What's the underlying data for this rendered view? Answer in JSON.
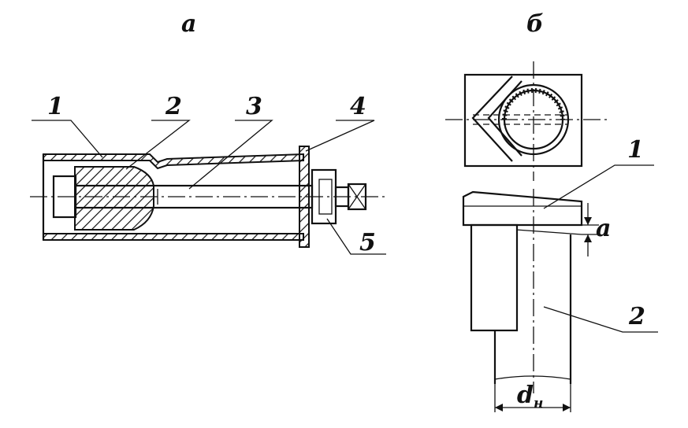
{
  "views": {
    "a": {
      "title": "а",
      "callouts": [
        "1",
        "2",
        "3",
        "4",
        "5"
      ]
    },
    "b": {
      "title": "б",
      "callouts": [
        "1",
        "2"
      ],
      "gap_label": "a",
      "diameter_label": {
        "main": "d",
        "sub": "н"
      }
    }
  }
}
